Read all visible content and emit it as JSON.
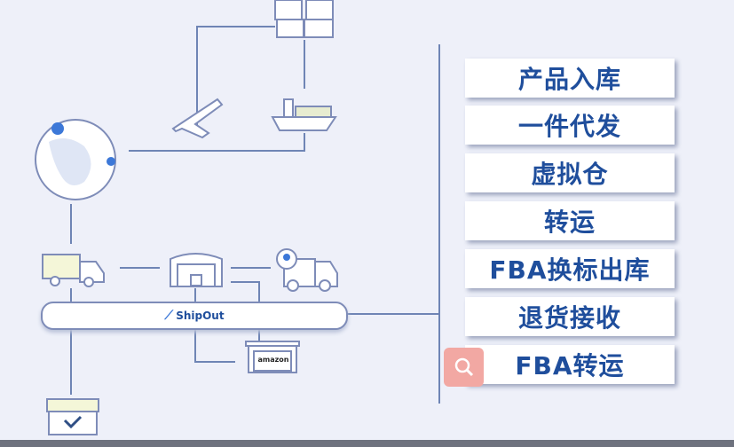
{
  "platform": {
    "name": "ShipOut"
  },
  "amazon_label": "amazon",
  "services": [
    "产品入库",
    "一件代发",
    "虚拟仓",
    "转运",
    "FBA换标出库",
    "退货接收",
    "FBA转运"
  ],
  "colors": {
    "accent": "#1f4e9c",
    "line": "#6f85b5",
    "background": "#eef0f9"
  }
}
